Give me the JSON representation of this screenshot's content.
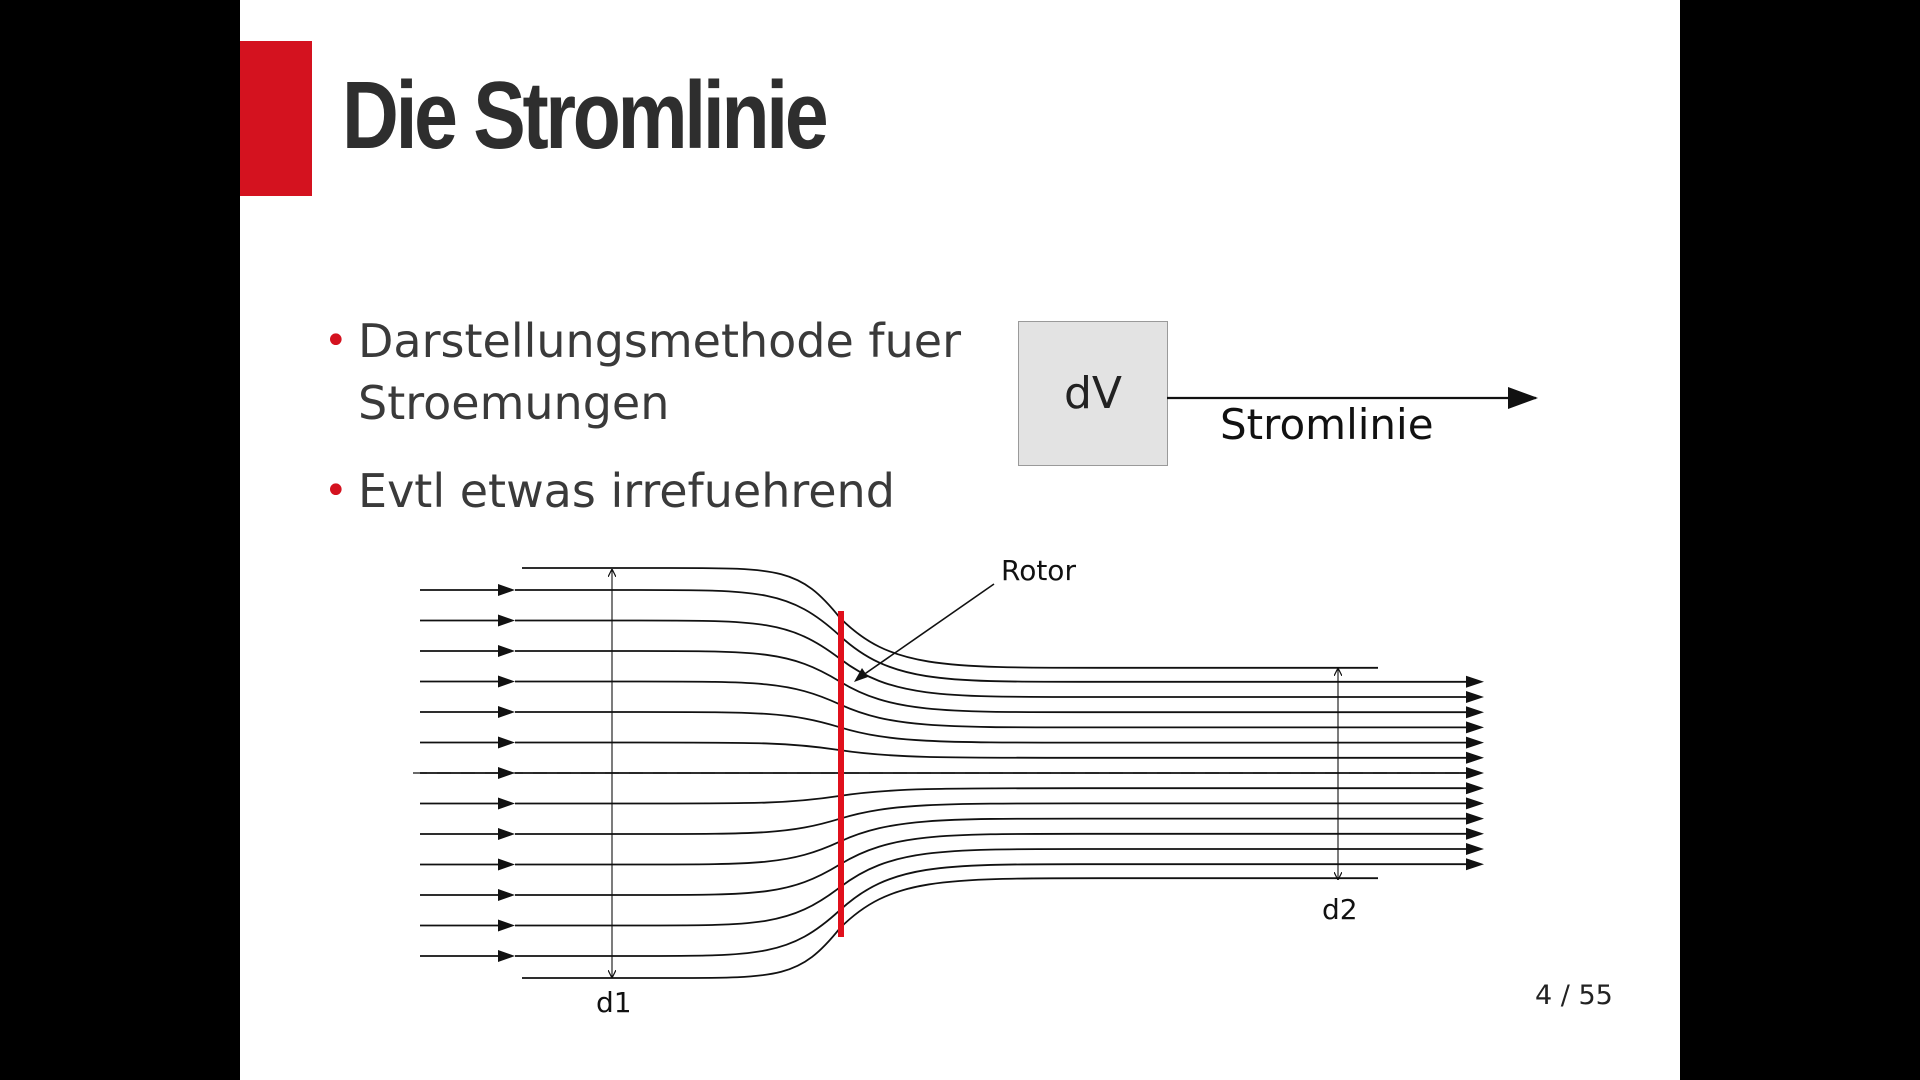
{
  "slide": {
    "title": "Die Stromlinie",
    "bullets": [
      "Darstellungsmethode fuer Stroemungen",
      "Evtl etwas irrefuehrend"
    ],
    "bullet_marker": "•",
    "accent_color": "#d4121f",
    "title_color": "#2e2e2e",
    "page_number": "4 / 55"
  },
  "element_diagram": {
    "box_label": "dV",
    "arrow_label": "Stromlinie"
  },
  "flow_diagram": {
    "rotor_label": "Rotor",
    "d1_label": "d1",
    "d2_label": "d2",
    "rotor_color": "#e0101c",
    "streamline_count": 13
  }
}
